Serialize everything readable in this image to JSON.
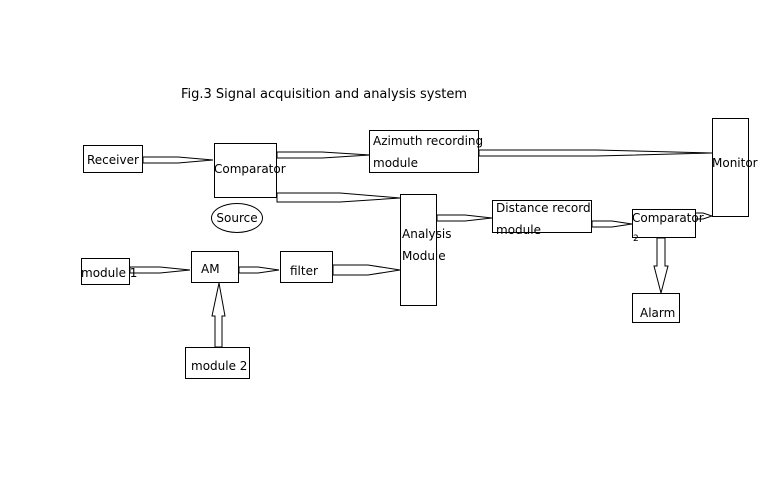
{
  "caption": "Fig.3 Signal acquisition and analysis system",
  "blocks": {
    "receiver": "Receiver",
    "comparator": "Comparator",
    "source": "Source",
    "azimuth_line1": "Azimuth recording",
    "azimuth_line2": "module",
    "monitor": "Monitor",
    "analysis_line1": "Analysis",
    "analysis_line2": "Module",
    "distance_line1": "Distance record",
    "distance_line2": "module",
    "comparator2_line1": "Comparator",
    "comparator2_line2": "2",
    "alarm": "Alarm",
    "module1": "module 1",
    "am": "AM",
    "filter": "filter",
    "module2": "module 2"
  }
}
